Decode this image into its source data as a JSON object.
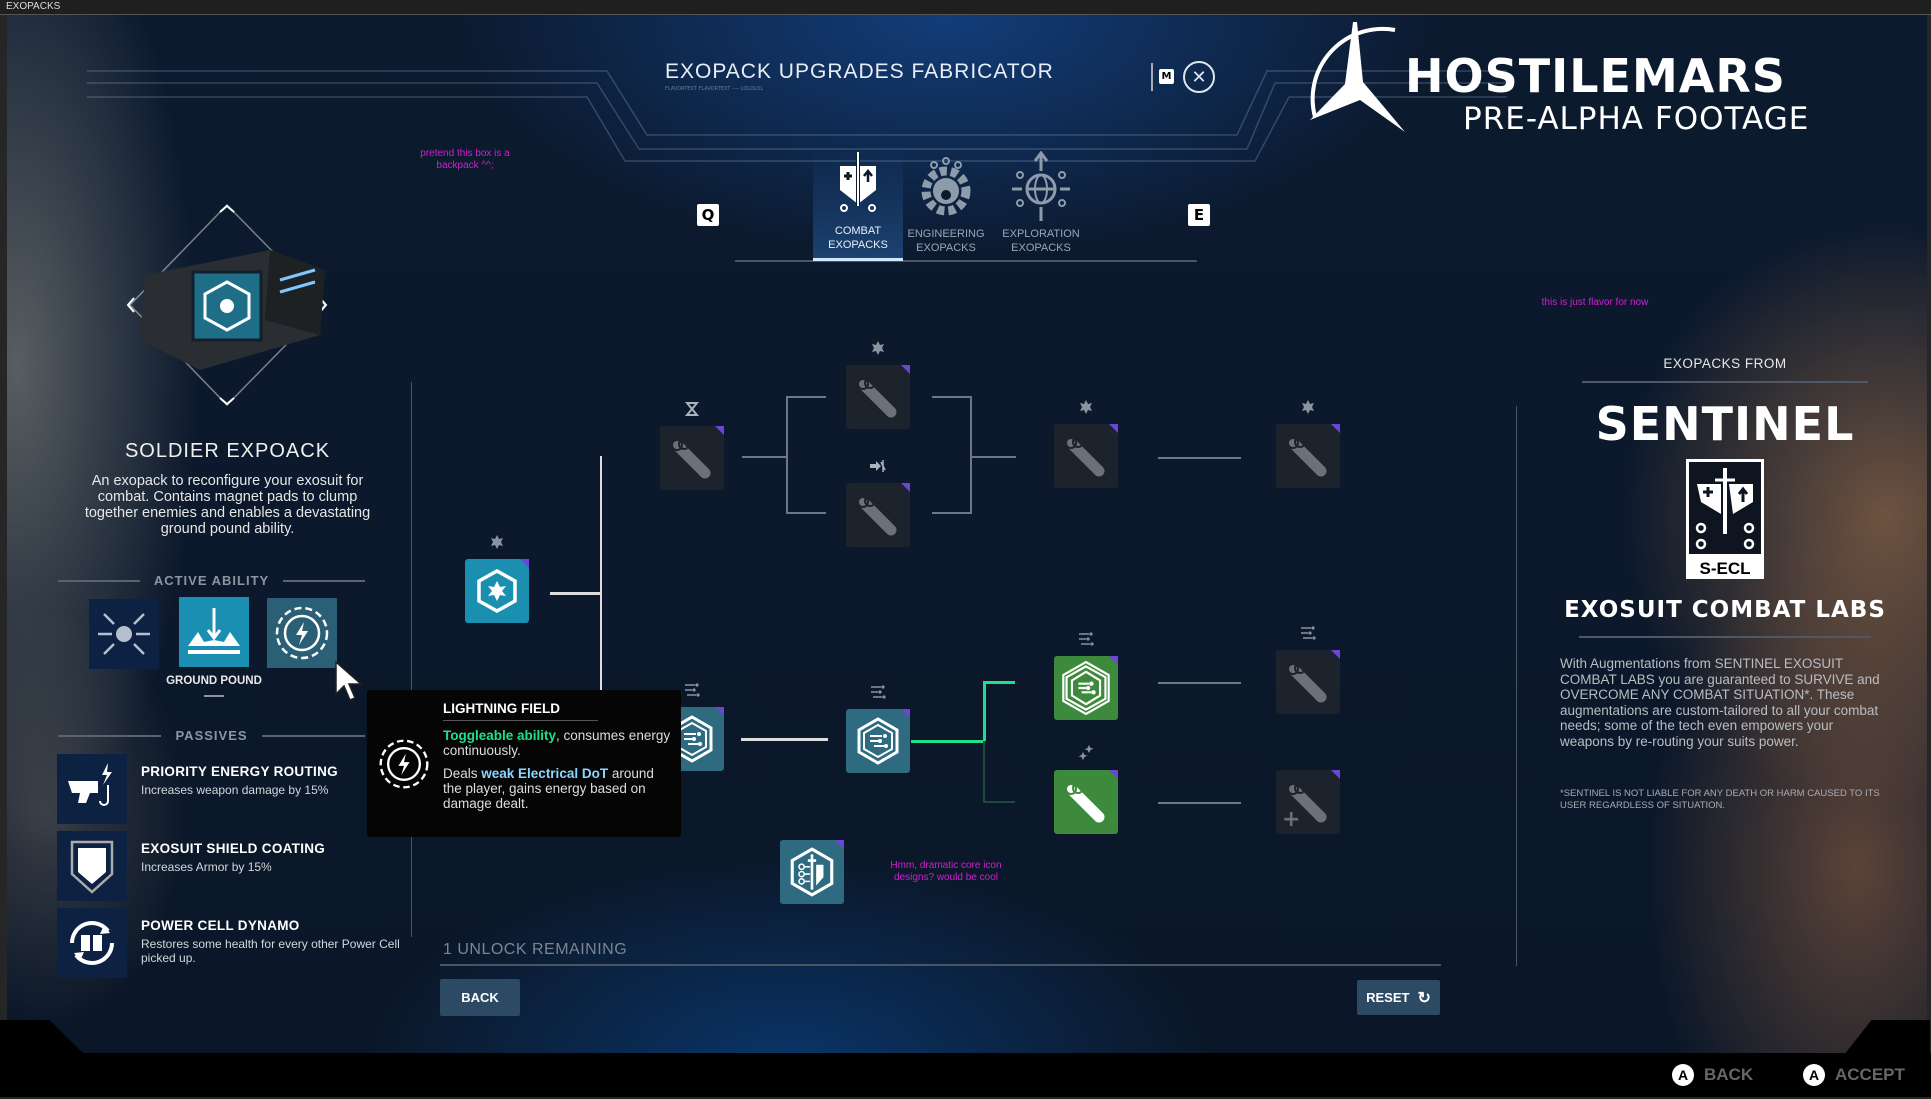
{
  "window": {
    "title": "EXOPACKS"
  },
  "header": {
    "title": "EXOPACK UPGRADES FABRICATOR",
    "subtitle": "FLAVORTEXT FLAVORTEXT ---- LOLOLOL",
    "map_key": "M",
    "close_icon": "close-x-circle"
  },
  "logo": {
    "text_main": "HOSTILEMARS",
    "text_sub": "PRE-ALPHA FOOTAGE"
  },
  "notes": {
    "backpack": "pretend this box is a backpack ^^;",
    "flavor": "this is just flavor for now",
    "core": "Hmm, dramatic core icon designs? would be cool"
  },
  "tabs": {
    "prev_key": "Q",
    "next_key": "E",
    "items": [
      {
        "label1": "COMBAT",
        "label2": "EXOPACKS",
        "icon": "shield-sword-icon",
        "active": true
      },
      {
        "label1": "ENGINEERING",
        "label2": "EXOPACKS",
        "icon": "gear-icon",
        "active": false
      },
      {
        "label1": "EXPLORATION",
        "label2": "EXOPACKS",
        "icon": "compass-globe-icon",
        "active": false
      }
    ]
  },
  "pack": {
    "title": "SOLDIER EXPOACK",
    "description": "An exopack to reconfigure your exosuit for combat. Contains magnet pads to clump together enemies and enables a devastating ground pound ability.",
    "active_ability_label": "ACTIVE ABILITY",
    "abilities": [
      {
        "icon": "magnet-pull-icon",
        "label": ""
      },
      {
        "icon": "ground-pound-icon",
        "label": "GROUND POUND",
        "selected": true
      },
      {
        "icon": "lightning-field-icon",
        "label": "",
        "hovered": true
      }
    ],
    "passives_label": "PASSIVES",
    "passives": [
      {
        "icon": "energy-gun-icon",
        "title": "PRIORITY ENERGY ROUTING",
        "desc": "Increases weapon damage by 15%"
      },
      {
        "icon": "shield-icon",
        "title": "EXOSUIT SHIELD COATING",
        "desc": "Increases Armor by 15%"
      },
      {
        "icon": "power-cell-cycle-icon",
        "title": "POWER CELL DYNAMO",
        "desc": "Restores some health for every other Power Cell picked up."
      }
    ]
  },
  "tooltip": {
    "title": "LIGHTNING FIELD",
    "hl1": "Toggleable ability",
    "t1": ", consumes energy continuously.",
    "t2a": "Deals ",
    "hl2": "weak Electrical DoT",
    "t2b": " around the player, gains energy based on damage dealt."
  },
  "tree": {
    "nodes": [
      {
        "id": "root",
        "state": "bright",
        "icon": "core-star-hex-icon",
        "badge": "star-icon"
      },
      {
        "id": "a",
        "state": "locked",
        "icon": "pill-icon",
        "badge": "hourglass-icon"
      },
      {
        "id": "b",
        "state": "locked",
        "icon": "pill-icon",
        "badge": "star-icon"
      },
      {
        "id": "c",
        "state": "locked",
        "icon": "pill-icon",
        "badge": "impact-arrow-icon"
      },
      {
        "id": "d",
        "state": "locked",
        "icon": "pill-icon",
        "badge": "star-icon"
      },
      {
        "id": "e",
        "state": "locked",
        "icon": "pill-icon",
        "badge": "star-icon"
      },
      {
        "id": "f",
        "state": "teal",
        "icon": "sliders-hex-icon",
        "badge": "sliders-icon"
      },
      {
        "id": "g",
        "state": "teal",
        "icon": "sliders-hex-icon",
        "badge": "sliders-icon"
      },
      {
        "id": "h",
        "state": "green",
        "icon": "sliders-hex-double-icon",
        "badge": "sliders-icon"
      },
      {
        "id": "i",
        "state": "green",
        "icon": "pill-icon",
        "badge": "sparkle-icon"
      },
      {
        "id": "j",
        "state": "locked",
        "icon": "pill-icon",
        "badge": "sliders-icon"
      },
      {
        "id": "k",
        "state": "locked",
        "icon": "pill-icon",
        "badge": "plus-icon"
      },
      {
        "id": "core",
        "state": "teal",
        "icon": "sword-circuit-hex-icon",
        "badge": ""
      }
    ]
  },
  "footer": {
    "unlocks": "1 UNLOCK REMAINING",
    "back": "BACK",
    "reset": "RESET"
  },
  "right": {
    "from": "EXOPACKS FROM",
    "brand": "SENTINEL",
    "badge_text": "S-ECL",
    "company": "EXOSUIT COMBAT LABS",
    "body": "With Augmentations from SENTINEL EXOSUIT COMBAT LABS you are guaranteed to SURVIVE and OVERCOME ANY COMBAT SITUATION*. These augmentations are custom-tailored to all your combat needs; some of the tech even empowers your weapons by re-routing your suits power.",
    "footnote": "*SENTINEL IS NOT LIABLE FOR ANY DEATH OR HARM CAUSED TO ITS USER REGARDLESS OF SITUATION."
  },
  "hints": [
    {
      "button": "A",
      "label": "BACK"
    },
    {
      "button": "A",
      "label": "ACCEPT"
    }
  ],
  "colors": {
    "accent_green": "#1fe08a",
    "node_teal": "#2e6a80",
    "node_bright": "#1b8fb0",
    "node_green": "#3d8a3d",
    "rarity": "#6b44d8",
    "note": "#d21ed2"
  }
}
